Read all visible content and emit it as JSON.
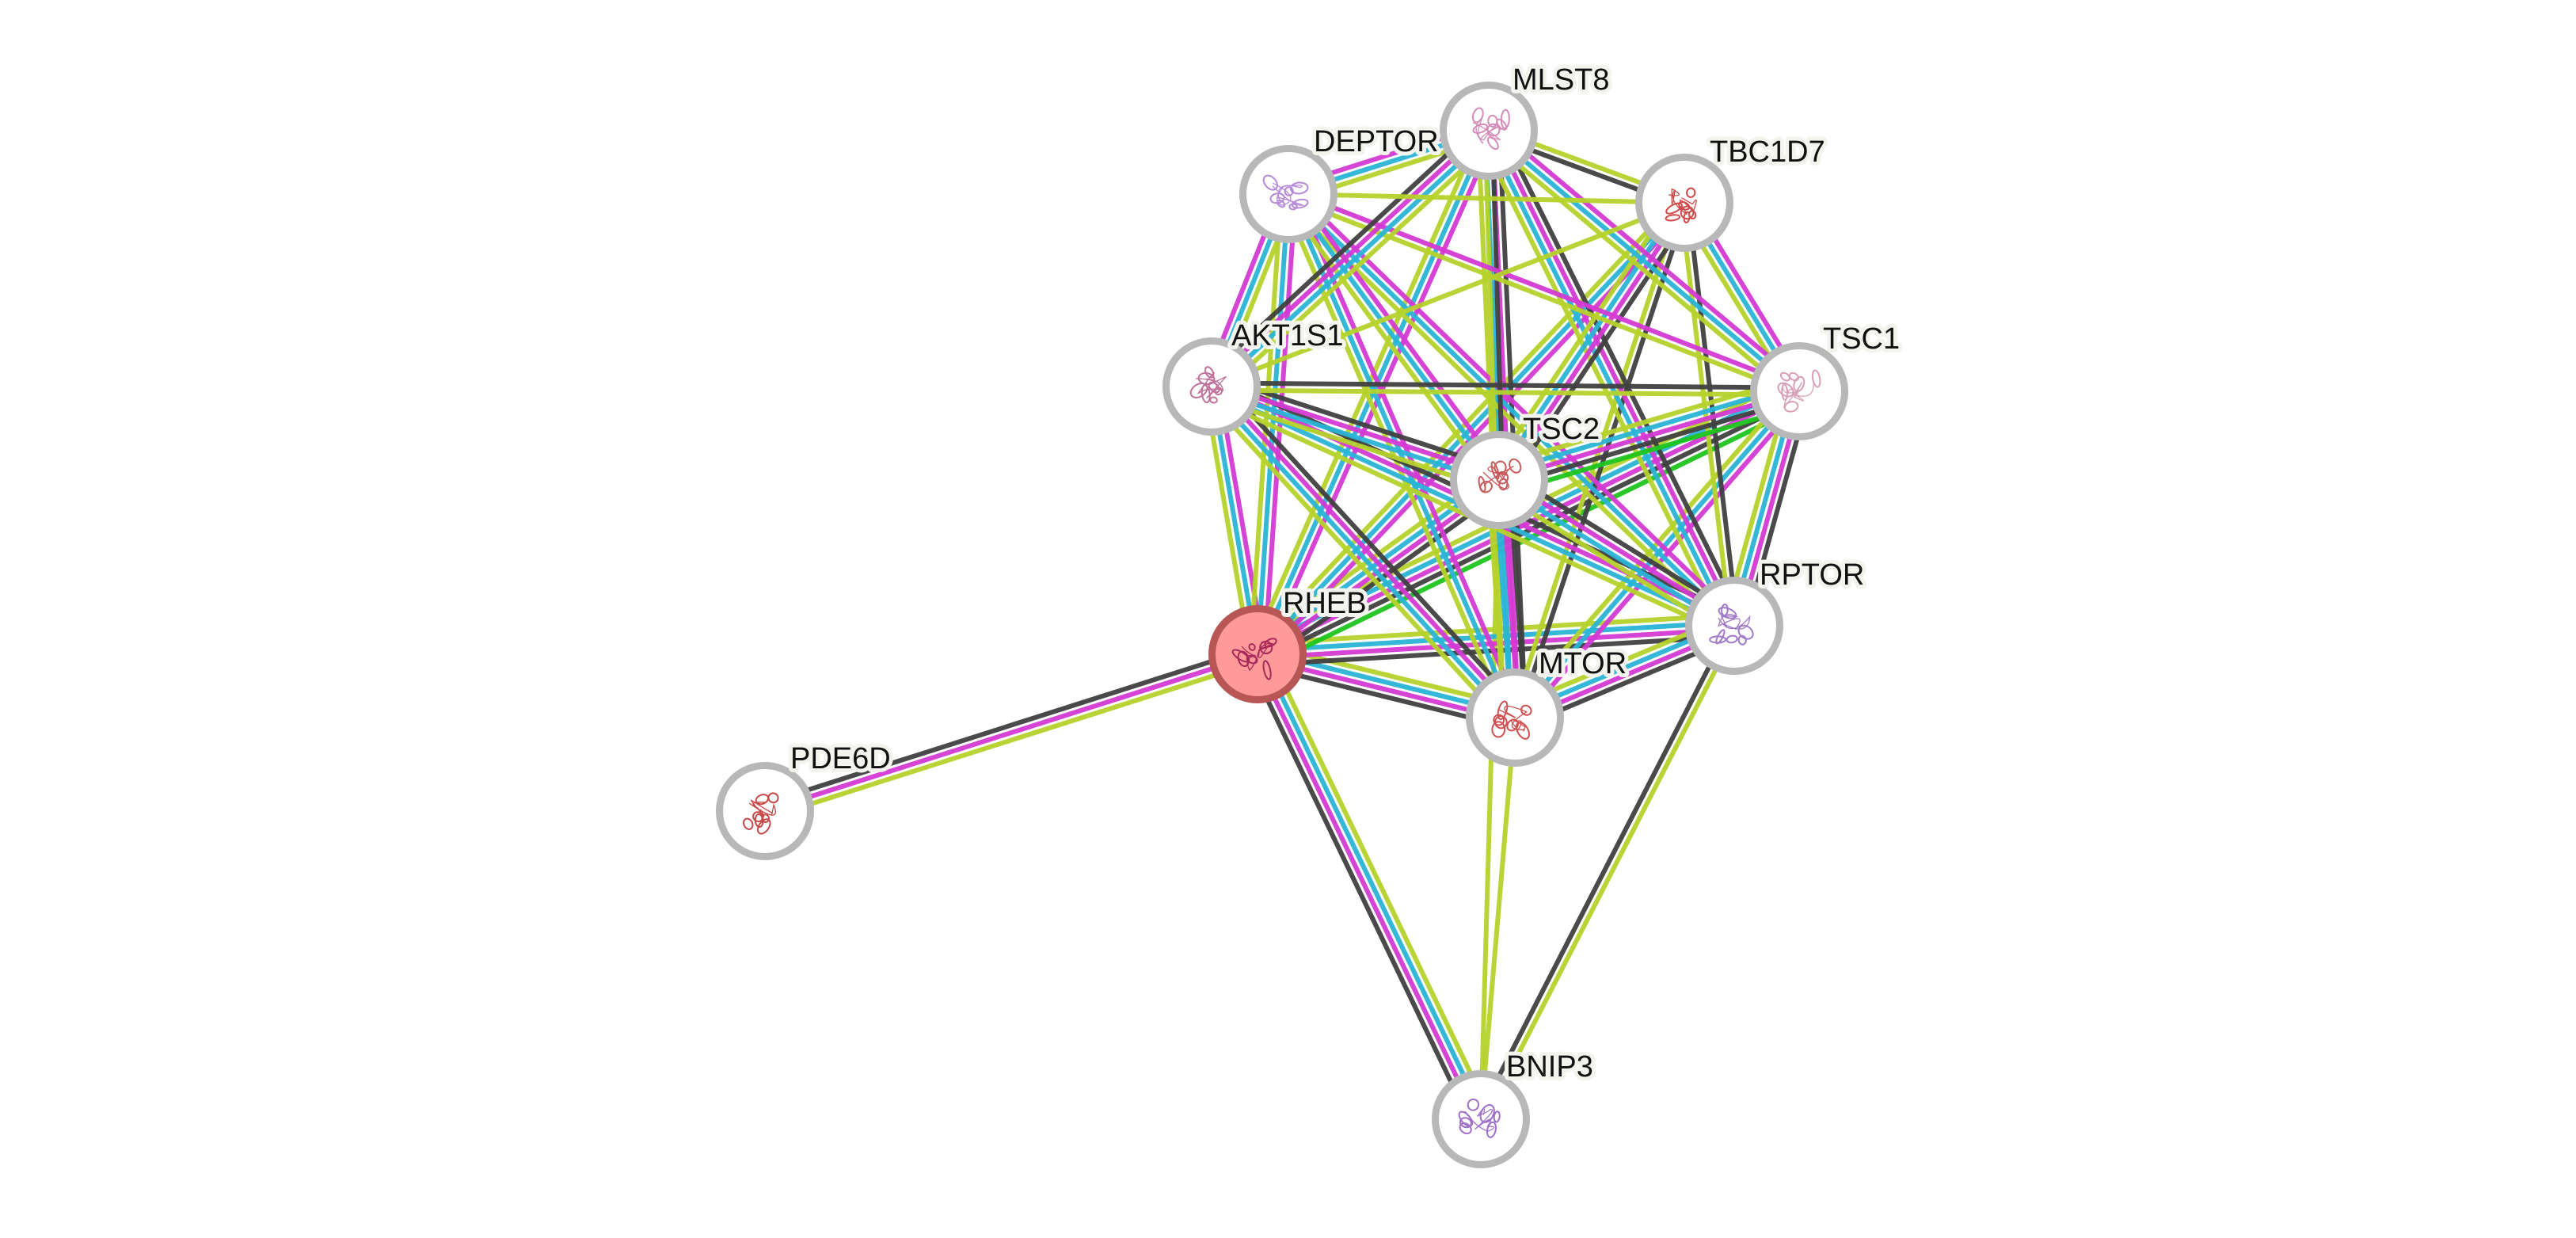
{
  "title": "STRING protein interaction network",
  "evidence_colors": {
    "textmining": "#b5d22b",
    "database": "#2ab4d6",
    "experiments": "#d33ad3",
    "coexpression": "#404040",
    "neighborhood": "#1ec41e"
  },
  "node_style": {
    "ring_color": "#b8b8b8",
    "fill_color": "#ffffff",
    "query_ring_color": "#b85555",
    "query_fill_color": "#ff9a9a"
  },
  "nodes": [
    {
      "id": "MLST8",
      "label": "MLST8",
      "query": false,
      "structure_color": "#d48cb8"
    },
    {
      "id": "DEPTOR",
      "label": "DEPTOR",
      "query": false,
      "structure_color": "#b58ad6"
    },
    {
      "id": "TBC1D7",
      "label": "TBC1D7",
      "query": false,
      "structure_color": "#d04848"
    },
    {
      "id": "AKT1S1",
      "label": "AKT1S1",
      "query": false,
      "structure_color": "#c0709a"
    },
    {
      "id": "TSC1",
      "label": "TSC1",
      "query": false,
      "structure_color": "#d8a0b8"
    },
    {
      "id": "TSC2",
      "label": "TSC2",
      "query": false,
      "structure_color": "#c85a5a"
    },
    {
      "id": "RHEB",
      "label": "RHEB",
      "query": true,
      "structure_color": "#a8285a"
    },
    {
      "id": "RPTOR",
      "label": "RPTOR",
      "query": false,
      "structure_color": "#a07ac8"
    },
    {
      "id": "MTOR",
      "label": "MTOR",
      "query": false,
      "structure_color": "#d05050"
    },
    {
      "id": "PDE6D",
      "label": "PDE6D",
      "query": false,
      "structure_color": "#c84848"
    },
    {
      "id": "BNIP3",
      "label": "BNIP3",
      "query": false,
      "structure_color": "#a070c8"
    }
  ],
  "edges": [
    {
      "source": "RHEB",
      "target": "PDE6D",
      "evidence": [
        "textmining",
        "experiments",
        "coexpression"
      ]
    },
    {
      "source": "RHEB",
      "target": "BNIP3",
      "evidence": [
        "textmining",
        "database",
        "experiments",
        "coexpression"
      ]
    },
    {
      "source": "MTOR",
      "target": "BNIP3",
      "evidence": [
        "textmining"
      ]
    },
    {
      "source": "TSC2",
      "target": "BNIP3",
      "evidence": [
        "textmining"
      ]
    },
    {
      "source": "RPTOR",
      "target": "BNIP3",
      "evidence": [
        "textmining",
        "coexpression"
      ]
    },
    {
      "source": "RHEB",
      "target": "MTOR",
      "evidence": [
        "textmining",
        "database",
        "experiments",
        "coexpression"
      ]
    },
    {
      "source": "RHEB",
      "target": "RPTOR",
      "evidence": [
        "textmining",
        "database",
        "experiments",
        "coexpression"
      ]
    },
    {
      "source": "RHEB",
      "target": "TSC1",
      "evidence": [
        "textmining",
        "database",
        "experiments",
        "neighborhood",
        "coexpression"
      ]
    },
    {
      "source": "RHEB",
      "target": "TSC2",
      "evidence": [
        "textmining",
        "database",
        "experiments",
        "coexpression"
      ]
    },
    {
      "source": "RHEB",
      "target": "AKT1S1",
      "evidence": [
        "textmining",
        "database",
        "experiments"
      ]
    },
    {
      "source": "RHEB",
      "target": "DEPTOR",
      "evidence": [
        "textmining",
        "database",
        "experiments"
      ]
    },
    {
      "source": "RHEB",
      "target": "MLST8",
      "evidence": [
        "textmining",
        "database",
        "experiments"
      ]
    },
    {
      "source": "RHEB",
      "target": "TBC1D7",
      "evidence": [
        "textmining",
        "database",
        "experiments"
      ]
    },
    {
      "source": "MTOR",
      "target": "RPTOR",
      "evidence": [
        "textmining",
        "database",
        "experiments",
        "coexpression"
      ]
    },
    {
      "source": "MTOR",
      "target": "MLST8",
      "evidence": [
        "textmining",
        "database",
        "experiments",
        "coexpression"
      ]
    },
    {
      "source": "MTOR",
      "target": "DEPTOR",
      "evidence": [
        "textmining",
        "database",
        "experiments"
      ]
    },
    {
      "source": "MTOR",
      "target": "AKT1S1",
      "evidence": [
        "textmining",
        "database",
        "experiments",
        "coexpression"
      ]
    },
    {
      "source": "MTOR",
      "target": "TSC1",
      "evidence": [
        "textmining",
        "database",
        "experiments"
      ]
    },
    {
      "source": "MTOR",
      "target": "TSC2",
      "evidence": [
        "textmining",
        "database",
        "experiments",
        "coexpression"
      ]
    },
    {
      "source": "MTOR",
      "target": "TBC1D7",
      "evidence": [
        "textmining",
        "coexpression"
      ]
    },
    {
      "source": "RPTOR",
      "target": "MLST8",
      "evidence": [
        "textmining",
        "database",
        "experiments",
        "coexpression"
      ]
    },
    {
      "source": "RPTOR",
      "target": "DEPTOR",
      "evidence": [
        "textmining",
        "database",
        "experiments"
      ]
    },
    {
      "source": "RPTOR",
      "target": "AKT1S1",
      "evidence": [
        "textmining",
        "database",
        "experiments",
        "coexpression"
      ]
    },
    {
      "source": "RPTOR",
      "target": "TSC1",
      "evidence": [
        "textmining",
        "database",
        "experiments",
        "coexpression"
      ]
    },
    {
      "source": "RPTOR",
      "target": "TSC2",
      "evidence": [
        "textmining",
        "database",
        "experiments",
        "coexpression"
      ]
    },
    {
      "source": "RPTOR",
      "target": "TBC1D7",
      "evidence": [
        "textmining",
        "coexpression"
      ]
    },
    {
      "source": "TSC2",
      "target": "TSC1",
      "evidence": [
        "textmining",
        "database",
        "experiments",
        "neighborhood",
        "coexpression"
      ]
    },
    {
      "source": "TSC2",
      "target": "TBC1D7",
      "evidence": [
        "textmining",
        "database",
        "experiments",
        "coexpression"
      ]
    },
    {
      "source": "TSC2",
      "target": "AKT1S1",
      "evidence": [
        "textmining",
        "database",
        "experiments",
        "coexpression"
      ]
    },
    {
      "source": "TSC2",
      "target": "MLST8",
      "evidence": [
        "textmining",
        "coexpression"
      ]
    },
    {
      "source": "TSC2",
      "target": "DEPTOR",
      "evidence": [
        "textmining",
        "database",
        "experiments"
      ]
    },
    {
      "source": "TSC1",
      "target": "TBC1D7",
      "evidence": [
        "textmining",
        "database",
        "experiments"
      ]
    },
    {
      "source": "TSC1",
      "target": "AKT1S1",
      "evidence": [
        "textmining",
        "coexpression"
      ]
    },
    {
      "source": "TSC1",
      "target": "DEPTOR",
      "evidence": [
        "textmining",
        "experiments"
      ]
    },
    {
      "source": "TSC1",
      "target": "MLST8",
      "evidence": [
        "textmining",
        "database",
        "experiments"
      ]
    },
    {
      "source": "MLST8",
      "target": "DEPTOR",
      "evidence": [
        "textmining",
        "database",
        "experiments"
      ]
    },
    {
      "source": "MLST8",
      "target": "TBC1D7",
      "evidence": [
        "textmining",
        "coexpression"
      ]
    },
    {
      "source": "MLST8",
      "target": "AKT1S1",
      "evidence": [
        "textmining",
        "database",
        "experiments",
        "coexpression"
      ]
    },
    {
      "source": "DEPTOR",
      "target": "AKT1S1",
      "evidence": [
        "textmining",
        "database",
        "experiments"
      ]
    },
    {
      "source": "DEPTOR",
      "target": "TBC1D7",
      "evidence": [
        "textmining"
      ]
    },
    {
      "source": "AKT1S1",
      "target": "TBC1D7",
      "evidence": [
        "textmining"
      ]
    }
  ]
}
